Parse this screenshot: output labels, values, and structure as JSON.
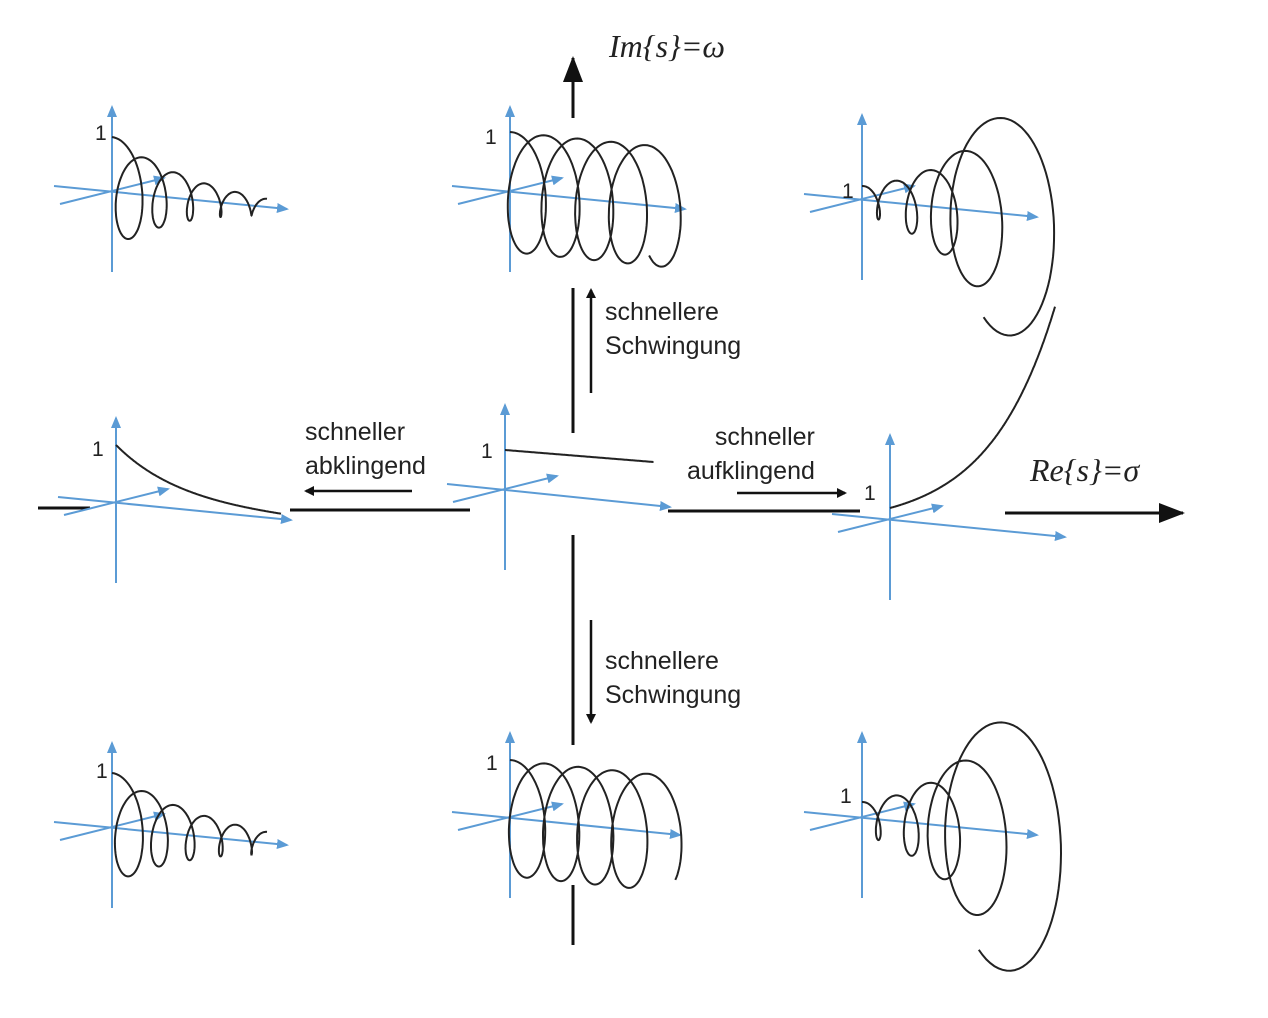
{
  "labels": {
    "im_axis": "Im{s}=ω",
    "re_axis": "Re{s}=σ",
    "faster_osc_up": [
      "schnellere",
      "Schwingung"
    ],
    "faster_osc_down": [
      "schnellere",
      "Schwingung"
    ],
    "faster_decay": [
      "schneller",
      "abklingend"
    ],
    "faster_growth": [
      "schneller",
      "aufklingend"
    ],
    "unit": "1"
  },
  "colors": {
    "axis": "#5b9bd5",
    "curve": "#222222"
  },
  "panels": [
    {
      "row": "top",
      "col": "left",
      "response": "decaying oscillation"
    },
    {
      "row": "top",
      "col": "center",
      "response": "sustained oscillation"
    },
    {
      "row": "top",
      "col": "right",
      "response": "growing oscillation"
    },
    {
      "row": "middle",
      "col": "left",
      "response": "exponential decay"
    },
    {
      "row": "middle",
      "col": "center",
      "response": "constant"
    },
    {
      "row": "middle",
      "col": "right",
      "response": "exponential growth"
    },
    {
      "row": "bottom",
      "col": "left",
      "response": "decaying oscillation"
    },
    {
      "row": "bottom",
      "col": "center",
      "response": "sustained oscillation"
    },
    {
      "row": "bottom",
      "col": "right",
      "response": "growing oscillation"
    }
  ]
}
